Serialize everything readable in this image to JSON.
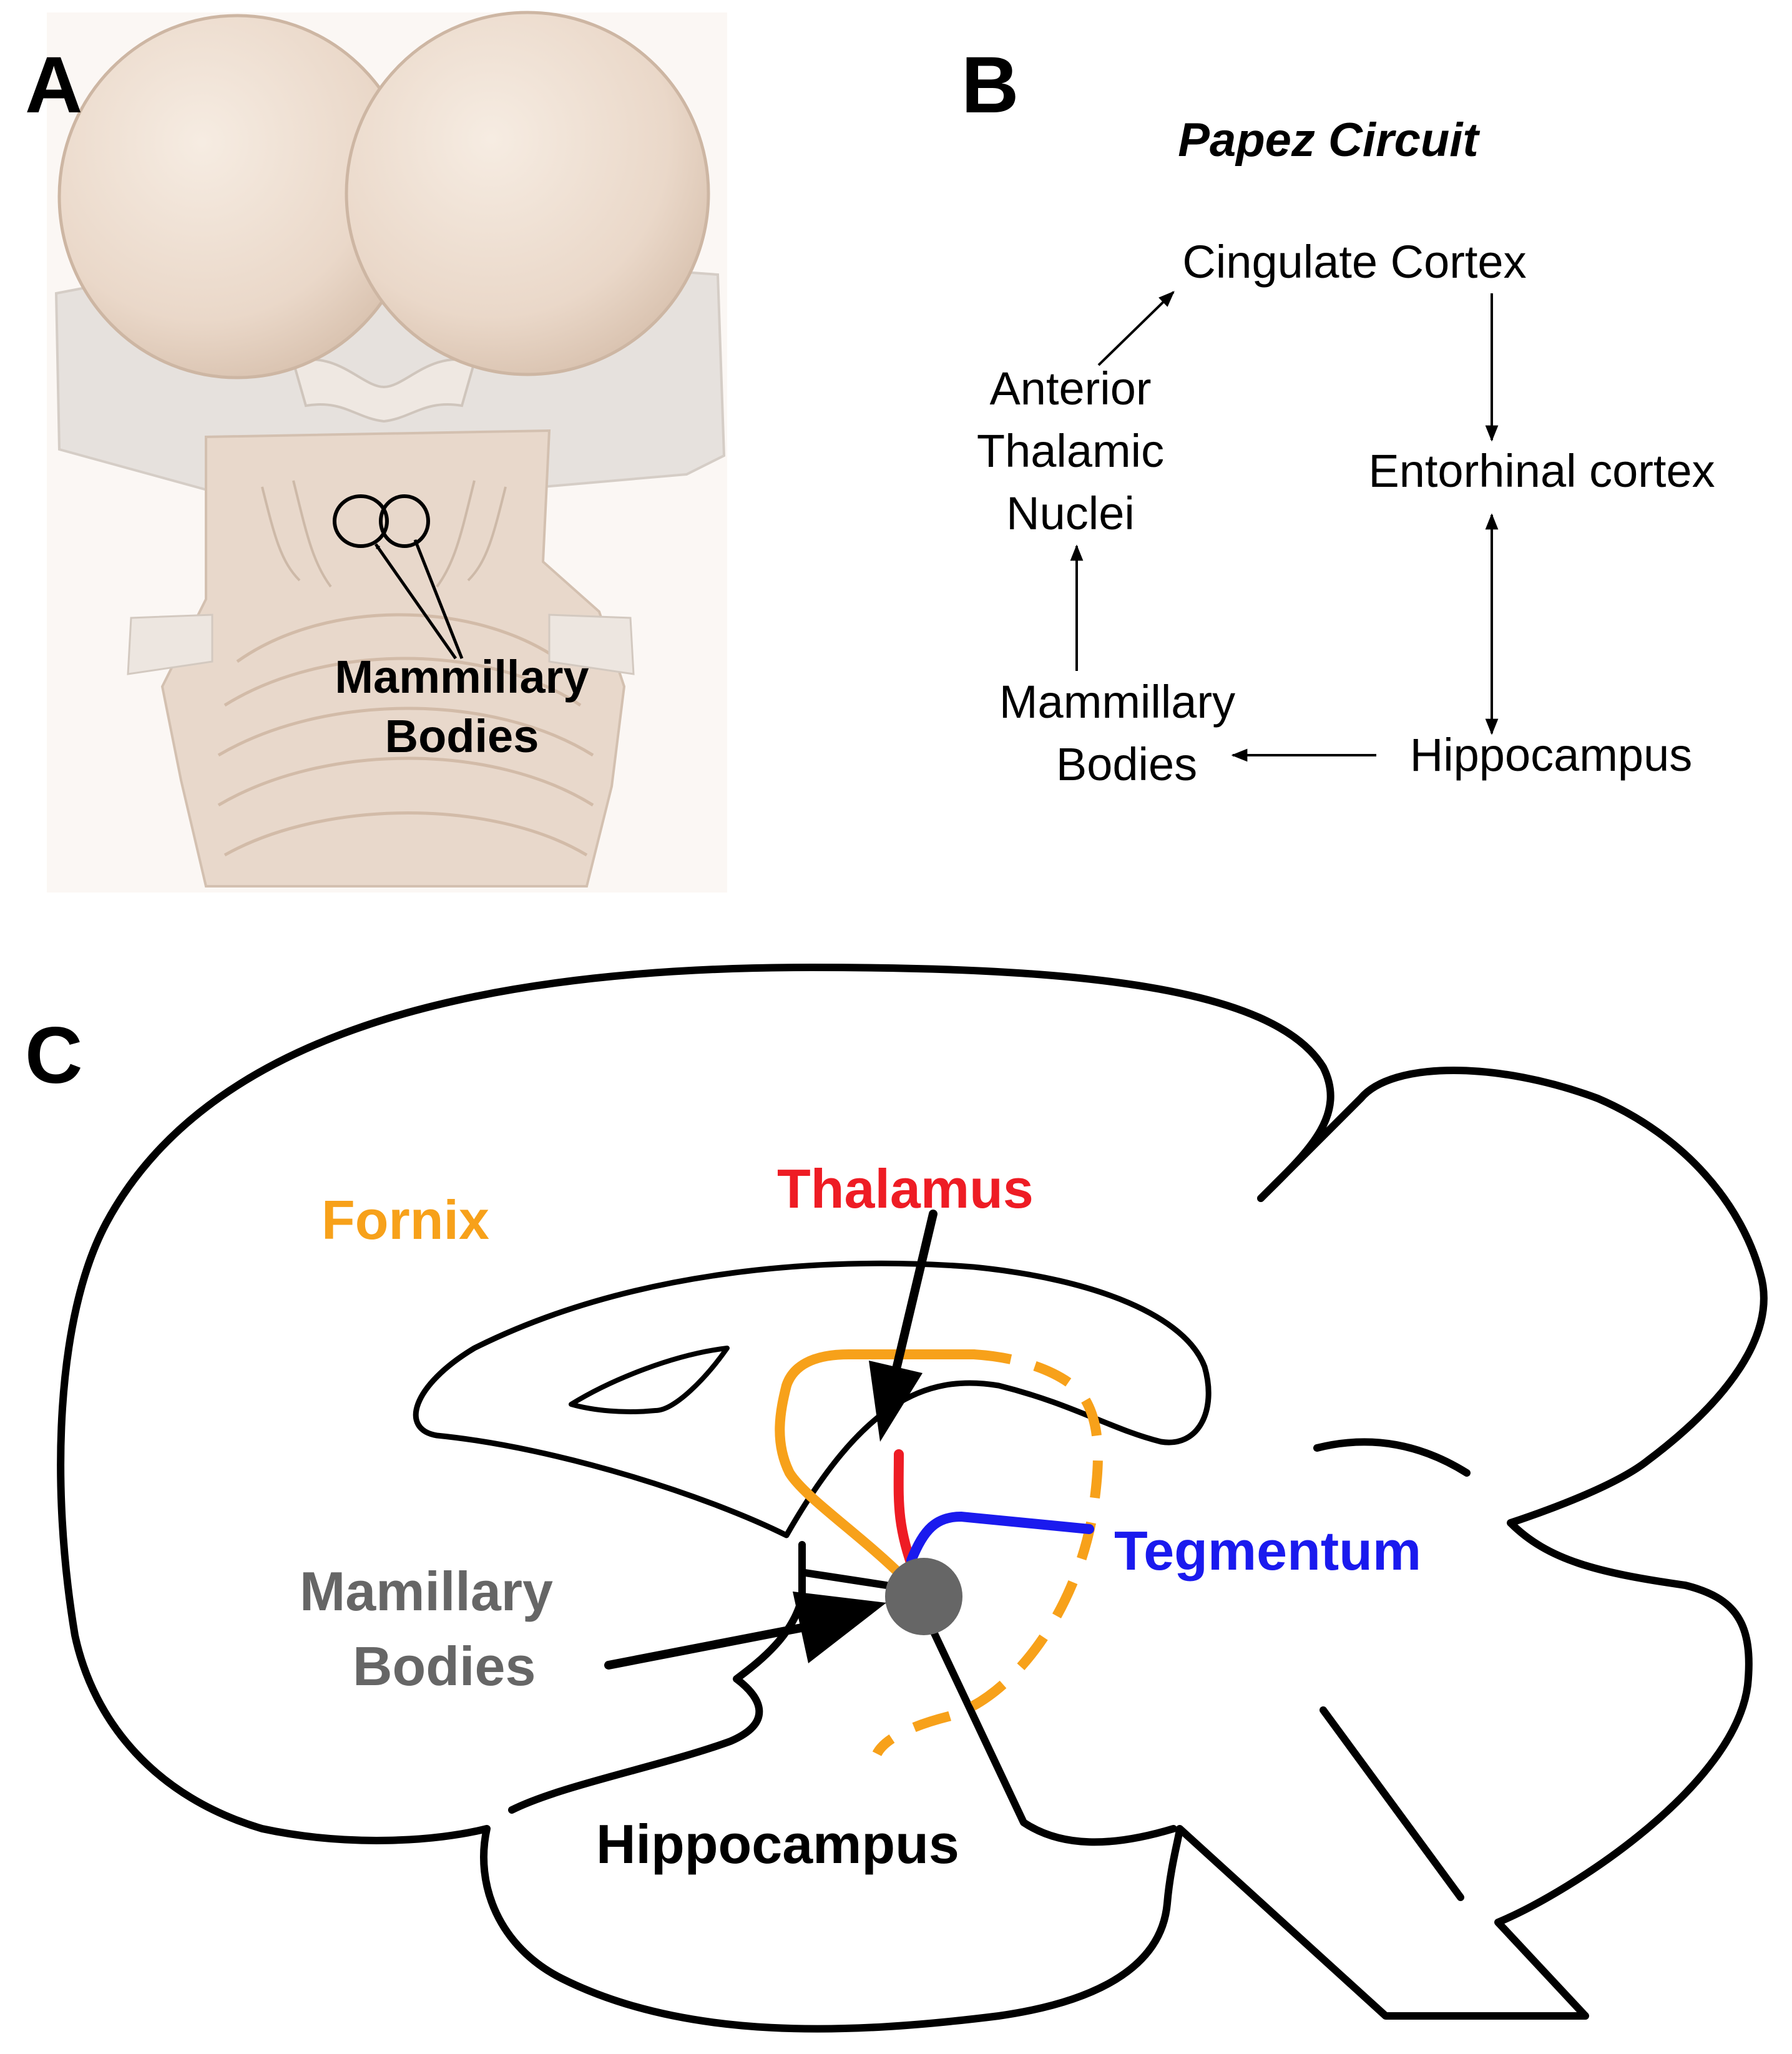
{
  "panels": {
    "a": {
      "letter": "A",
      "label_line1": "Mammillary",
      "label_line2": "Bodies"
    },
    "b": {
      "letter": "B",
      "title": "Papez Circuit",
      "nodes": {
        "cingulate": "Cingulate Cortex",
        "anterior_line1": "Anterior",
        "anterior_line2": "Thalamic",
        "anterior_line3": "Nuclei",
        "entorhinal": "Entorhinal cortex",
        "mammillary_line1": "Mammillary",
        "mammillary_line2": "Bodies",
        "hippocampus": "Hippocampus"
      }
    },
    "c": {
      "letter": "C",
      "labels": {
        "fornix": "Fornix",
        "thalamus": "Thalamus",
        "tegmentum": "Tegmentum",
        "mamillary_line1": "Mamillary",
        "mamillary_line2": "Bodies",
        "hippocampus": "Hippocampus"
      }
    }
  },
  "colors": {
    "fornix": "#f7a11a",
    "thalamus": "#ee1c24",
    "tegmentum": "#1a1aee",
    "mamillary": "#666666",
    "specimen": "#e9d9cc",
    "specimen_shadow": "#d9c5b4"
  }
}
